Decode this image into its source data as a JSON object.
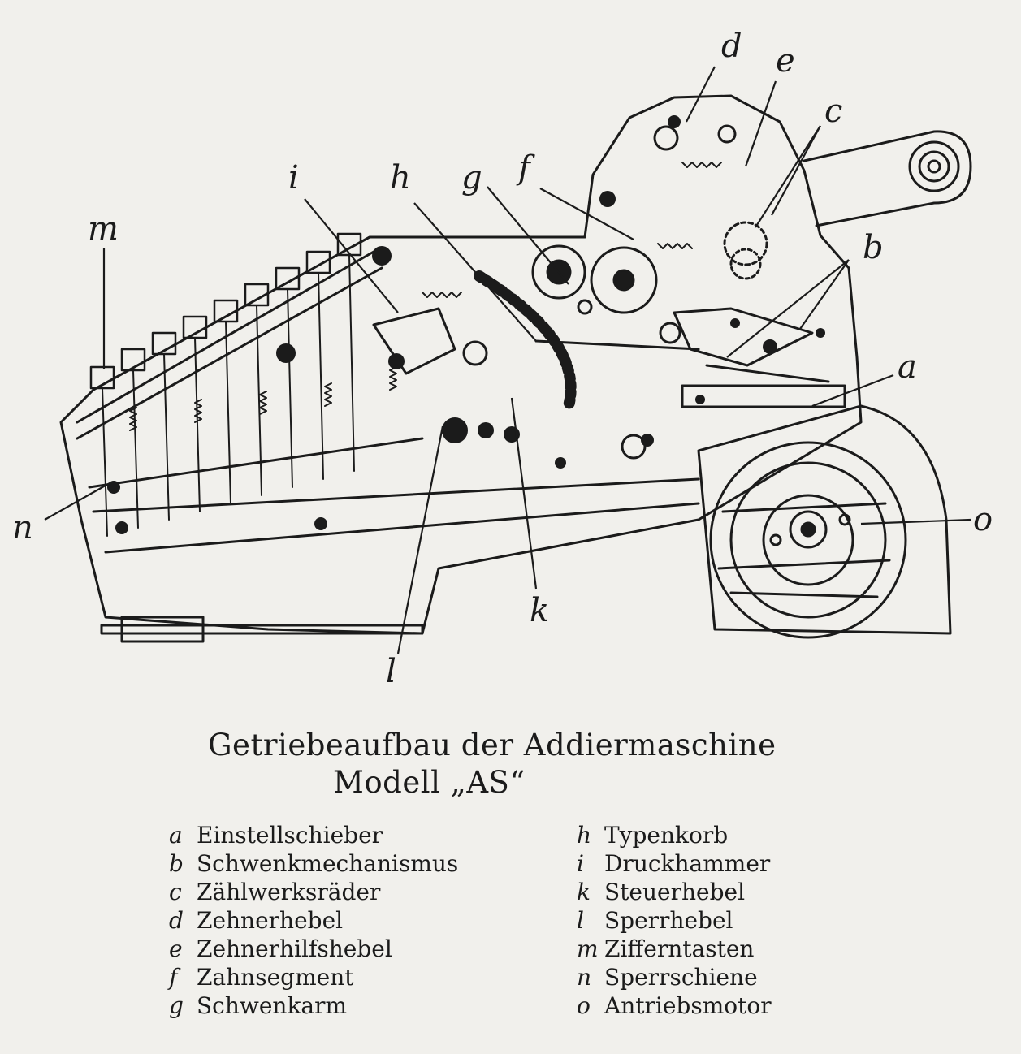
{
  "callouts": {
    "a": "a",
    "b": "b",
    "c": "c",
    "d": "d",
    "e": "e",
    "f": "f",
    "g": "g",
    "h": "h",
    "i": "i",
    "k": "k",
    "l": "l",
    "m": "m",
    "n": "n",
    "o": "o"
  },
  "caption": {
    "line1": "Getriebeaufbau der Addiermaschine",
    "line2": "Modell „AS“"
  },
  "legend": [
    {
      "key": "a",
      "label": "Einstellschieber"
    },
    {
      "key": "b",
      "label": "Schwenkmechanismus"
    },
    {
      "key": "c",
      "label": "Zählwerksräder"
    },
    {
      "key": "d",
      "label": "Zehnerhebel"
    },
    {
      "key": "e",
      "label": "Zehnerhilfshebel"
    },
    {
      "key": "f",
      "label": "Zahnsegment"
    },
    {
      "key": "g",
      "label": "Schwenkarm"
    },
    {
      "key": "h",
      "label": "Typenkorb"
    },
    {
      "key": "i",
      "label": "Druckhammer"
    },
    {
      "key": "k",
      "label": "Steuerhebel"
    },
    {
      "key": "l",
      "label": "Sperrhebel"
    },
    {
      "key": "m",
      "label": "Zifferntasten"
    },
    {
      "key": "n",
      "label": "Sperrschiene"
    },
    {
      "key": "o",
      "label": "Antriebsmotor"
    }
  ],
  "colors": {
    "ink": "#1b1b1b",
    "paper": "#f1f0ec"
  }
}
